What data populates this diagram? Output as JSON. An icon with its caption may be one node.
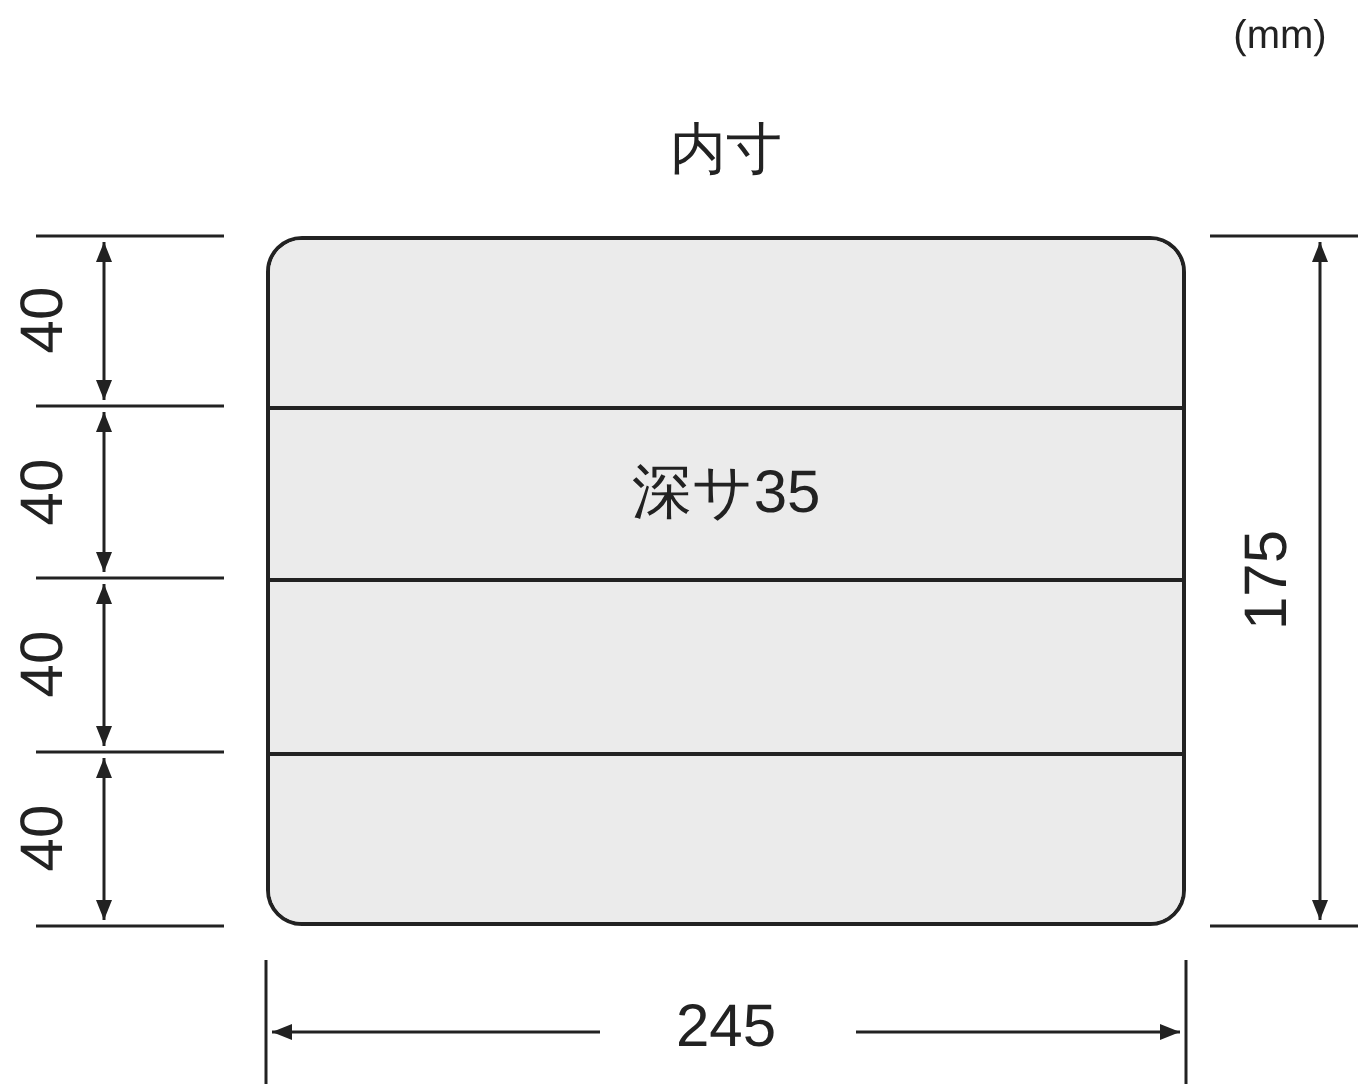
{
  "diagram": {
    "title": "内寸",
    "nodes": [
      {
        "text": [],
        "shape": "box"
      },
      {
        "text": [],
        "shape": "box",
        "in": 0
      },
      {
        "text": [
          "深サ35"
        ],
        "in": 0
      },
      {
        "text": [],
        "shape": "box",
        "in": 0
      },
      {
        "text": [],
        "shape": "box",
        "in": 0
      }
    ],
    "labels": [
      "(mm)",
      "40",
      "40",
      "40",
      "40",
      "175",
      "245"
    ]
  }
}
